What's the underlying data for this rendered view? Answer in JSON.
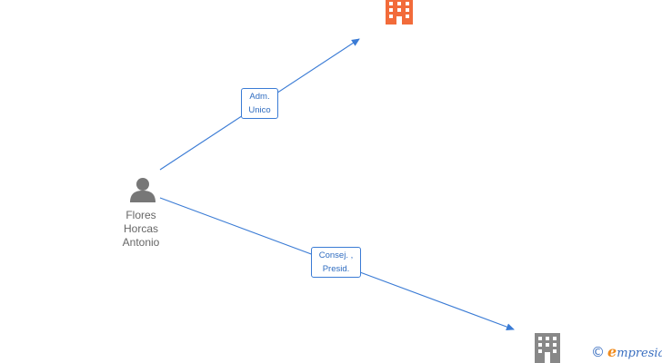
{
  "nodes": {
    "person": {
      "name_lines": [
        "Flores",
        "Horcas",
        "Antonio"
      ]
    },
    "company_top": {
      "icon": "building-icon",
      "color": "#f26b3a"
    },
    "company_bottom": {
      "icon": "building-icon",
      "color": "#888888"
    }
  },
  "edges": [
    {
      "label_lines": [
        "Adm.",
        "Unico"
      ]
    },
    {
      "label_lines": [
        "Consej. ,",
        "Presid."
      ]
    }
  ],
  "brand": {
    "copyright": "©",
    "initial": "e",
    "rest": "mpresia"
  },
  "colors": {
    "edge": "#3a7bd5",
    "person": "#777777"
  }
}
